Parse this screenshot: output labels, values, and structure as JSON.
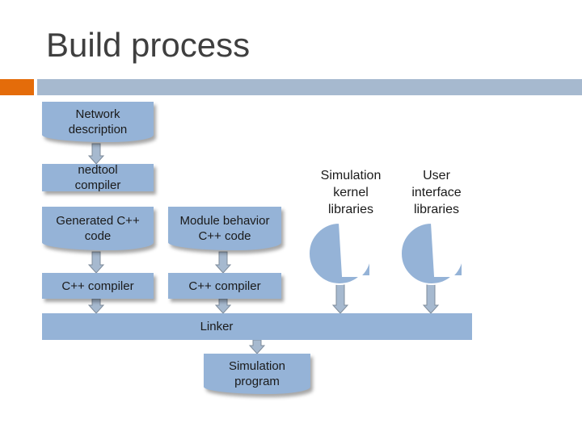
{
  "title": "Build process",
  "colors": {
    "accent": "#e46c0a",
    "title_line": "#a6b9cf",
    "box_fill": "#95b3d7",
    "arrow_fill": "#a6b9cf",
    "arrow_stroke": "#7f8c9b",
    "text": "#1a1a1a"
  },
  "nodes": {
    "network_description": "Network\ndescription",
    "nedtool_compiler": "nedtool\ncompiler",
    "generated_cpp_code": "Generated C++\ncode",
    "module_behavior_cpp_code": "Module behavior\nC++ code",
    "cpp_compiler_1": "C++ compiler",
    "cpp_compiler_2": "C++ compiler",
    "linker": "Linker",
    "simulation_program": "Simulation\nprogram",
    "simulation_kernel_libraries": "Simulation\nkernel\nlibraries",
    "user_interface_libraries": "User\ninterface\nlibraries"
  }
}
